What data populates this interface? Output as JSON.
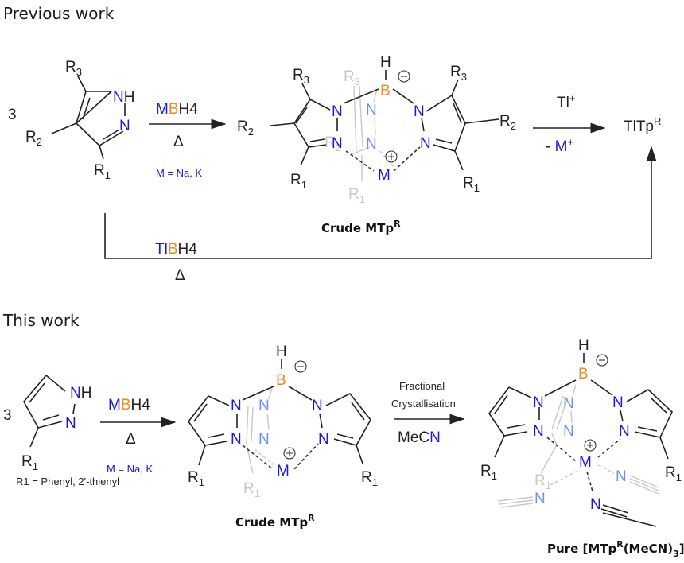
{
  "sections": {
    "previous": "Previous work",
    "this": "This work"
  },
  "previous_work": {
    "reactant": {
      "coefficient": "3",
      "substituents": [
        "R3",
        "R2",
        "R1"
      ],
      "atoms": [
        "NH",
        "N"
      ]
    },
    "step1": {
      "reagent_metal": "M",
      "reagent_boron": "B",
      "reagent_rest": "H4",
      "condition": "Δ",
      "note": "M = Na, K"
    },
    "product1_label": "Crude MTp",
    "product1_sup": "R",
    "step2": {
      "reagent": "Tl",
      "reagent_sup": "+",
      "byproduct_prefix": "- ",
      "byproduct_metal": "M",
      "byproduct_sup": "+"
    },
    "final_product": "TlTp",
    "final_product_sup": "R",
    "bypass": {
      "reagent_tl": "Tl",
      "reagent_boron": "B",
      "reagent_rest": "H4",
      "condition": "Δ"
    }
  },
  "this_work": {
    "reactant": {
      "coefficient": "3",
      "substituent": "R1",
      "atoms": [
        "NH",
        "N"
      ],
      "r_definition": "R1 = Phenyl, 2'-thienyl"
    },
    "step1": {
      "reagent_metal": "M",
      "reagent_boron": "B",
      "reagent_rest": "H4",
      "condition": "Δ",
      "note": "M = Na, K"
    },
    "product1_label": "Crude MTp",
    "product1_sup": "R",
    "step2": {
      "above_line1": "Fractional",
      "above_line2": "Crystallisation",
      "below_prefix": "MeC",
      "below_n": "N"
    },
    "final_label_prefix": "Pure [MTp",
    "final_label_sup": "R",
    "final_label_mid": "(MeCN)",
    "final_label_sub": "3",
    "final_label_suffix": "]"
  },
  "atom_labels": {
    "H": "H",
    "B": "B",
    "N": "N",
    "M": "M",
    "R1": "R",
    "R2": "R",
    "R3": "R",
    "sub1": "1",
    "sub2": "2",
    "sub3": "3",
    "minus": "−",
    "plus": "+"
  },
  "colors": {
    "nitrogen": "#1a1adc",
    "boron": "#f28a1c",
    "back_ring": "#c8c8c8",
    "back_nitrogen": "#6f8ff0",
    "text": "#222222"
  }
}
